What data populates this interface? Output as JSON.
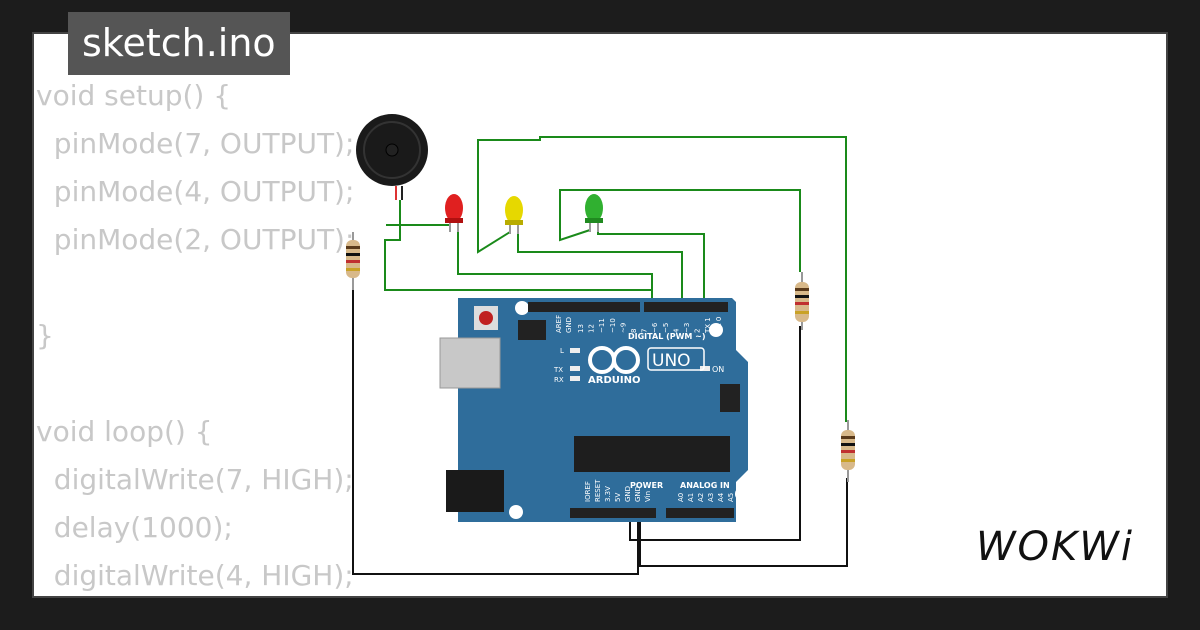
{
  "tab": {
    "title": "sketch.ino"
  },
  "code_lines": [
    "void setup() {",
    "  pinMode(7, OUTPUT);",
    "  pinMode(4, OUTPUT);",
    "  pinMode(2, OUTPUT);",
    "",
    "}",
    "",
    "void loop() {",
    "  digitalWrite(7, HIGH);",
    "  delay(1000);",
    "  digitalWrite(4, HIGH);"
  ],
  "board": {
    "name": "UNO",
    "brand": "ARDUINO",
    "digital_label": "DIGITAL (PWM ~)",
    "analog_label": "ANALOG IN",
    "power_label": "POWER",
    "on_label": "ON",
    "l_label": "L",
    "tx_label": "TX",
    "rx_label": "RX",
    "aref": "AREF",
    "gnd": "GND",
    "digital_pins": [
      "13",
      "12",
      "~11",
      "~10",
      "~9",
      "8",
      "7",
      "~6",
      "~5",
      "4",
      "~3",
      "2",
      "TX 1",
      "RX 0"
    ],
    "power_pins": [
      "IOREF",
      "RESET",
      "3.3V",
      "5V",
      "GND",
      "GND",
      "Vin"
    ],
    "analog_pins": [
      "A0",
      "A1",
      "A2",
      "A3",
      "A4",
      "A5"
    ]
  },
  "logo": {
    "text": "WOKWi"
  },
  "colors": {
    "wire": "#1a8a1a",
    "board": "#2f6d9b",
    "led_red": "#e02020",
    "led_yellow": "#e6d800",
    "led_green": "#30b030"
  }
}
